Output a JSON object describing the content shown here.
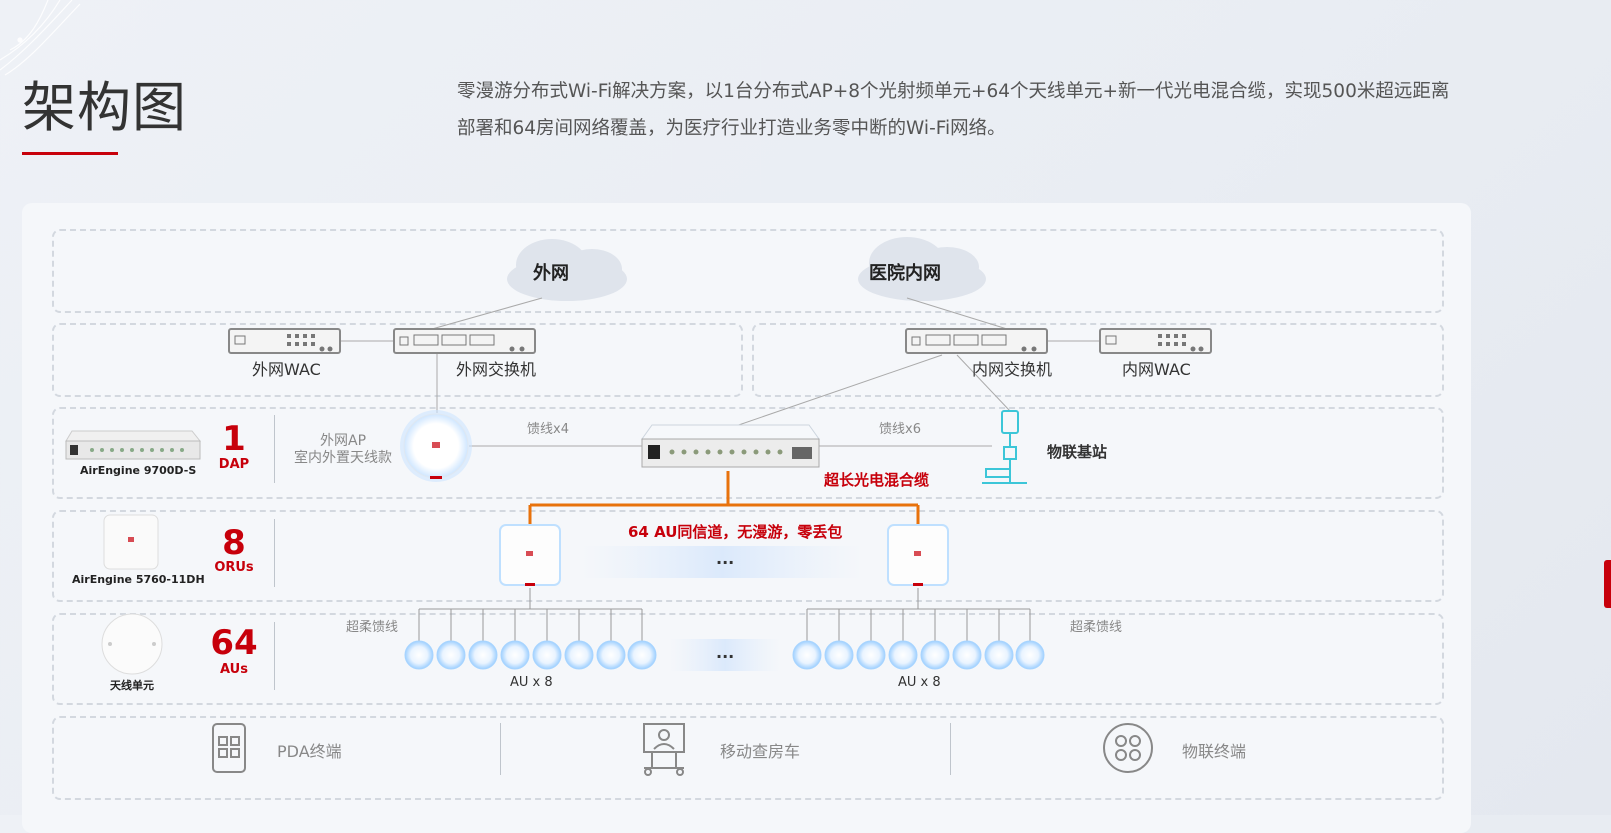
{
  "header": {
    "title": "架构图",
    "description": "零漫游分布式Wi-Fi解决方案，以1台分布式AP+8个光射频单元+64个天线单元+新一代光电混合缆，实现500米超远距离部署和64房间网络覆盖，为医疗行业打造业务零中断的Wi-Fi网络。"
  },
  "clouds": {
    "external": "外网",
    "internal": "医院内网"
  },
  "switch_layer": {
    "ext_wac": "外网WAC",
    "ext_switch": "外网交换机",
    "int_switch": "内网交换机",
    "int_wac": "内网WAC"
  },
  "dap_row": {
    "model": "AirEngine 9700D-S",
    "count": "1",
    "unit": "DAP",
    "ext_ap_line1": "外网AP",
    "ext_ap_line2": "室内外置天线款",
    "feeder_left": "馈线x4",
    "feeder_right": "馈线x6",
    "iot_station": "物联基站",
    "cable": "超长光电混合缆"
  },
  "oru_row": {
    "model": "AirEngine 5760-11DH",
    "count": "8",
    "unit": "ORUs",
    "banner": "64 AU同信道，无漫游，零丢包",
    "ellipsis": "..."
  },
  "au_row": {
    "model": "天线单元",
    "count": "64",
    "unit": "AUs",
    "flex_left": "超柔馈线",
    "flex_right": "超柔馈线",
    "group_left": "AU x 8",
    "group_right": "AU x 8",
    "ellipsis": "..."
  },
  "terminals": {
    "pda": "PDA终端",
    "cart": "移动查房车",
    "iot": "物联终端"
  },
  "colors": {
    "accent_red": "#c7000b",
    "cable_orange": "#e8720c",
    "iot_cyan": "#3cc6d8"
  }
}
